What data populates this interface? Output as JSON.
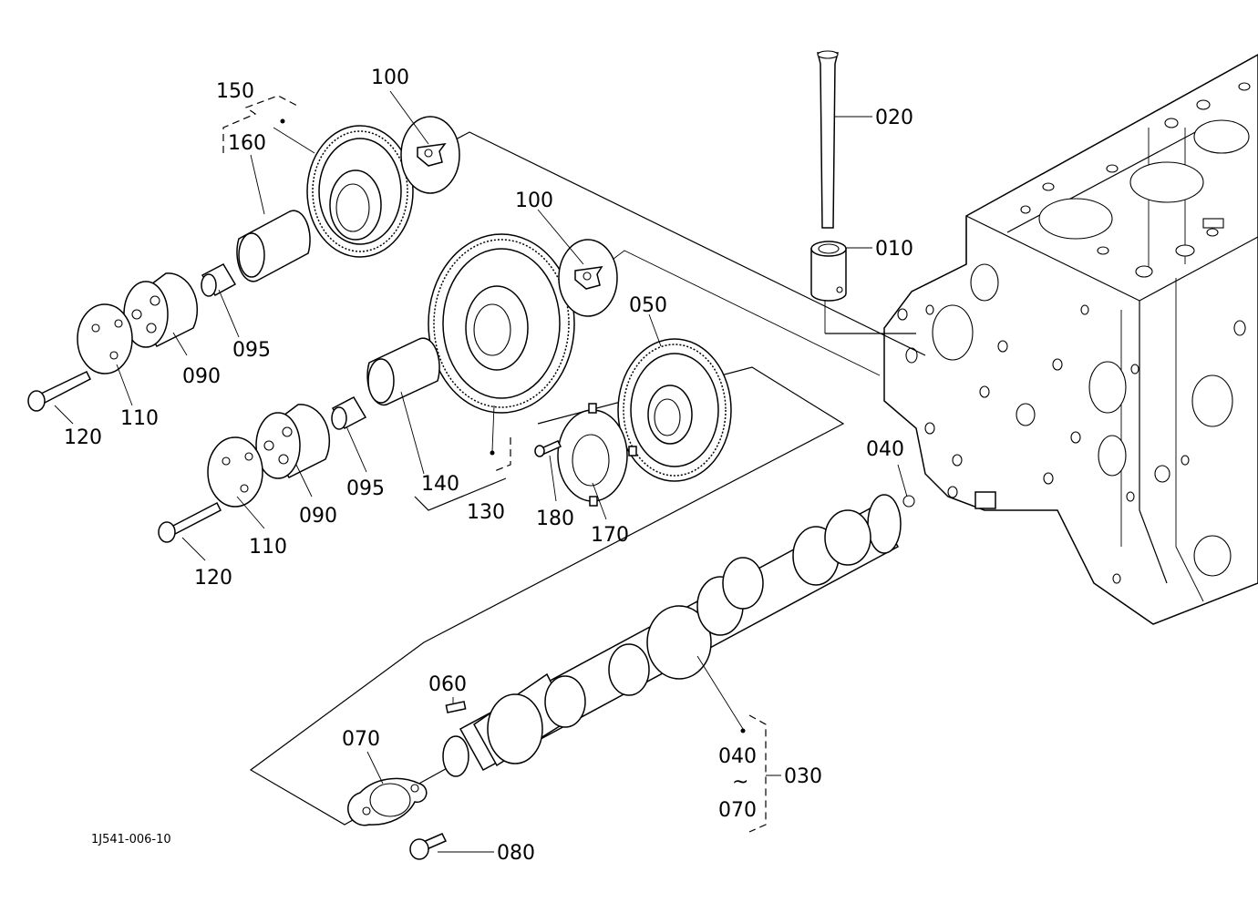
{
  "drawing_code": "1J541-006-10",
  "callouts": {
    "c150": "150",
    "c160": "160",
    "c100a": "100",
    "c100b": "100",
    "c020": "020",
    "c010": "010",
    "c050": "050",
    "c095a": "095",
    "c090a": "090",
    "c110a": "110",
    "c120a": "120",
    "c040a": "040",
    "c095b": "095",
    "c140": "140",
    "c130": "130",
    "c180": "180",
    "c170": "170",
    "c090b": "090",
    "c110b": "110",
    "c120b": "120",
    "c060": "060",
    "c070": "070",
    "c080": "080",
    "c040b": "040",
    "range_sep": "~",
    "c070b": "070",
    "c030": "030"
  }
}
